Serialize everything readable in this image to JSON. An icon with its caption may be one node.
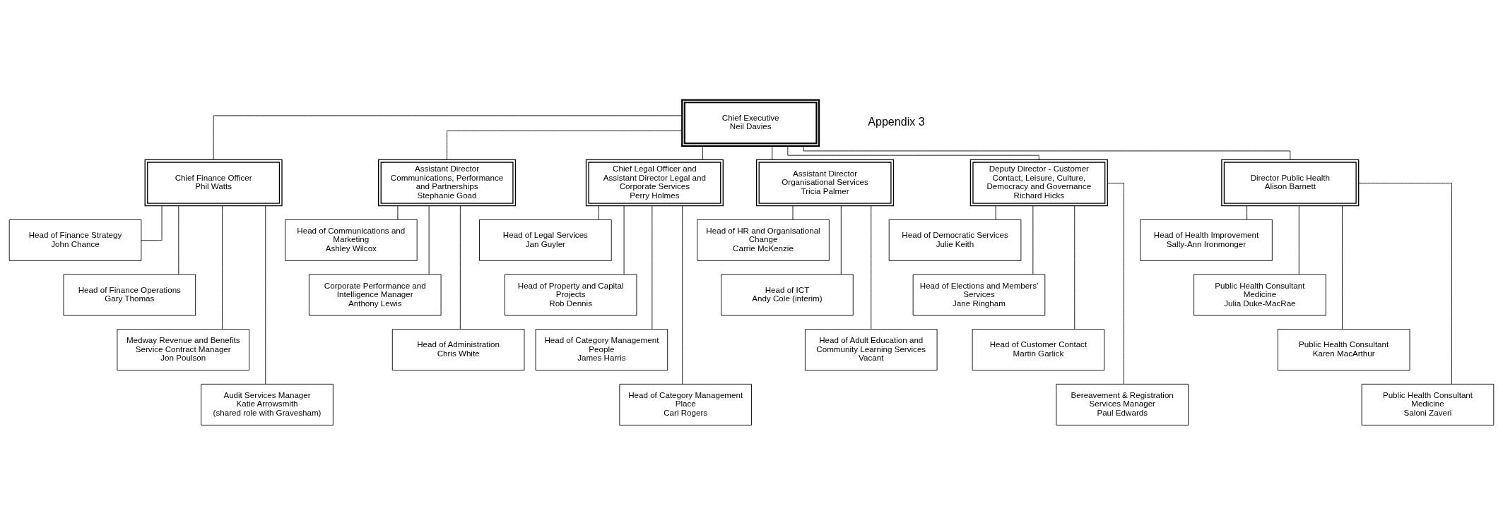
{
  "diagram": {
    "nodes": [
      {
        "text": [
          "Chief Executive",
          "Neil Davies"
        ]
      },
      {
        "text": [
          "Chief Finance Officer",
          "Phil Watts"
        ]
      },
      {
        "text": [
          "Assistant Director Communications, Performance and Partnerships",
          "Stephanie Goad"
        ]
      },
      {
        "text": [
          "Chief Legal Officer and Assistant Director Legal and Corporate Services",
          "Perry Holmes"
        ]
      },
      {
        "text": [
          "Assistant Director Organisational Services",
          "Tricia Palmer"
        ]
      },
      {
        "text": [
          "Deputy Director - Customer Contact, Leisure, Culture, Democracy and Governance",
          "Richard Hicks"
        ]
      },
      {
        "text": [
          "Director Public Health",
          "Alison Barnett"
        ]
      },
      {
        "text": [
          "Head of Finance Strategy",
          "John Chance"
        ]
      },
      {
        "text": [
          "Head of Finance Operations",
          "Gary Thomas"
        ]
      },
      {
        "text": [
          "Medway Revenue and Benefits Service Contract Manager",
          "Jon Poulson"
        ]
      },
      {
        "text": [
          "Audit Services Manager",
          "Katie Arrowsmith",
          "(shared role with Gravesham)"
        ]
      },
      {
        "text": [
          "Head of Communications and Marketing",
          "Ashley Wilcox"
        ]
      },
      {
        "text": [
          "Corporate Performance and Intelligence Manager",
          "Anthony Lewis"
        ]
      },
      {
        "text": [
          "Head of Administration",
          "Chris White"
        ]
      },
      {
        "text": [
          "Head of Legal Services",
          "Jan Guyler"
        ]
      },
      {
        "text": [
          "Head of Property and Capital Projects",
          "Rob Dennis"
        ]
      },
      {
        "text": [
          "Head of Category Management People",
          "James Harris"
        ]
      },
      {
        "text": [
          "Head of Category Management Place",
          "Carl Rogers"
        ]
      },
      {
        "text": [
          "Head of HR and Organisational Change",
          "Carrie McKenzie"
        ]
      },
      {
        "text": [
          "Head of ICT",
          "Andy Cole (interim)"
        ]
      },
      {
        "text": [
          "Head of Adult Education and Community Learning Services",
          "Vacant"
        ]
      },
      {
        "text": [
          "Head of Democratic Services",
          "Julie Keith"
        ]
      },
      {
        "text": [
          "Head of Elections and Members' Services",
          "Jane Ringham"
        ]
      },
      {
        "text": [
          "Head of Customer Contact",
          "Martin Garlick"
        ]
      },
      {
        "text": [
          "Bereavement & Registration Services Manager",
          "Paul Edwards"
        ]
      },
      {
        "text": [
          "Head of Health Improvement",
          "Sally-Ann Ironmonger"
        ]
      },
      {
        "text": [
          "Public Health Consultant Medicine",
          "Julia Duke-MacRae"
        ]
      },
      {
        "text": [
          "Public Health Consultant",
          "Karen MacArthur"
        ]
      },
      {
        "text": [
          "Public Health Consultant Medicine",
          "Saloni Zaveri"
        ]
      }
    ],
    "edges": [
      {
        "from": 0,
        "to": 1,
        "arrow": "none"
      },
      {
        "from": 0,
        "to": 2,
        "arrow": "none"
      },
      {
        "from": 0,
        "to": 3,
        "arrow": "none"
      },
      {
        "from": 0,
        "to": 4,
        "arrow": "none"
      },
      {
        "from": 0,
        "to": 5,
        "arrow": "none"
      },
      {
        "from": 0,
        "to": 6,
        "arrow": "none"
      },
      {
        "from": 1,
        "to": 7,
        "arrow": "none"
      },
      {
        "from": 1,
        "to": 8,
        "arrow": "none"
      },
      {
        "from": 1,
        "to": 9,
        "arrow": "none"
      },
      {
        "from": 1,
        "to": 10,
        "arrow": "none"
      },
      {
        "from": 2,
        "to": 11,
        "arrow": "none"
      },
      {
        "from": 2,
        "to": 12,
        "arrow": "none"
      },
      {
        "from": 2,
        "to": 13,
        "arrow": "none"
      },
      {
        "from": 3,
        "to": 14,
        "arrow": "none"
      },
      {
        "from": 3,
        "to": 15,
        "arrow": "none"
      },
      {
        "from": 3,
        "to": 16,
        "arrow": "none"
      },
      {
        "from": 3,
        "to": 17,
        "arrow": "none"
      },
      {
        "from": 4,
        "to": 18,
        "arrow": "none"
      },
      {
        "from": 4,
        "to": 19,
        "arrow": "none"
      },
      {
        "from": 4,
        "to": 20,
        "arrow": "none"
      },
      {
        "from": 5,
        "to": 21,
        "arrow": "none"
      },
      {
        "from": 5,
        "to": 22,
        "arrow": "none"
      },
      {
        "from": 5,
        "to": 23,
        "arrow": "none"
      },
      {
        "from": 5,
        "to": 24,
        "arrow": "none"
      },
      {
        "from": 6,
        "to": 25,
        "arrow": "none"
      },
      {
        "from": 6,
        "to": 26,
        "arrow": "none"
      },
      {
        "from": 6,
        "to": 27,
        "arrow": "none"
      },
      {
        "from": 6,
        "to": 28,
        "arrow": "none"
      }
    ],
    "labels": [
      "Appendix 3"
    ]
  }
}
